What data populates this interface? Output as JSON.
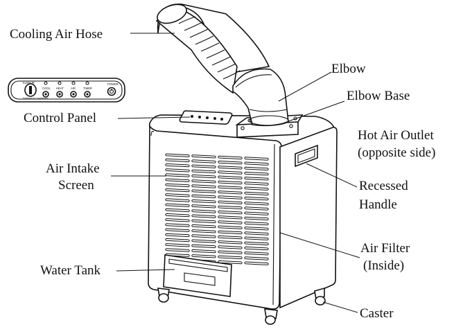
{
  "diagram": {
    "labels": {
      "cooling_air_hose": "Cooling Air Hose",
      "elbow": "Elbow",
      "elbow_base": "Elbow Base",
      "control_panel": "Control Panel",
      "hot_air_outlet_l1": "Hot Air Outlet",
      "hot_air_outlet_l2": "(opposite side)",
      "air_intake_l1": "Air Intake",
      "air_intake_l2": "Screen",
      "recessed_handle_l1": "Recessed",
      "recessed_handle_l2": "Handle",
      "air_filter_l1": "Air Filter",
      "air_filter_l2": "(Inside)",
      "water_tank": "Water Tank",
      "caster": "Caster"
    },
    "panel_inset": {
      "brand": "KLIMAIR",
      "tagline": "Solutions for Conditioners",
      "buttons": [
        "COOL",
        "HEAT",
        "AIR",
        "TIMER"
      ],
      "power_label": "POWER"
    }
  }
}
